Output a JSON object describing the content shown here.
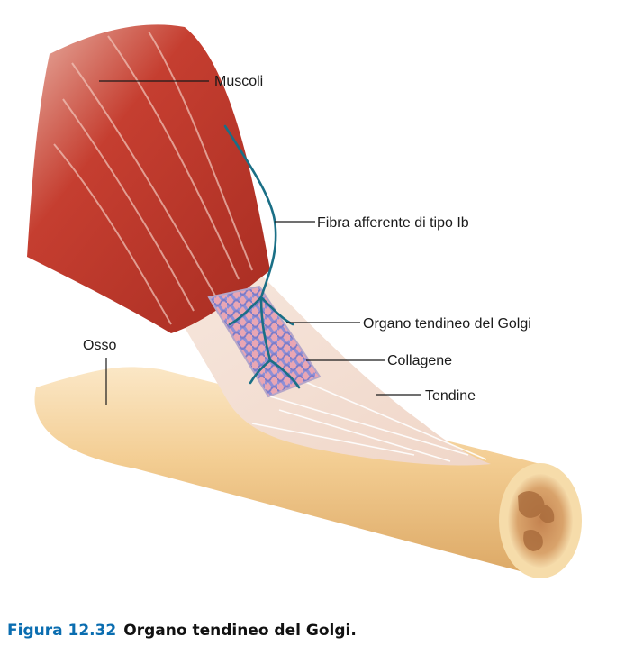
{
  "labels": {
    "muscles": "Muscoli",
    "afferent": "Fibra afferente di tipo Ib",
    "golgi": "Organo tendineo del Golgi",
    "collagen": "Collagene",
    "tendon": "Tendine",
    "bone": "Osso"
  },
  "caption": {
    "number": "Figura 12.32",
    "title": "Organo tendineo del Golgi."
  },
  "colors": {
    "caption_number": "#0a6db0",
    "muscle": "#c23a2c",
    "tendon": "#f3e0d4",
    "bone": "#f1c98a",
    "nerve": "#1a6f86",
    "capsule": "#8f8fd2"
  }
}
